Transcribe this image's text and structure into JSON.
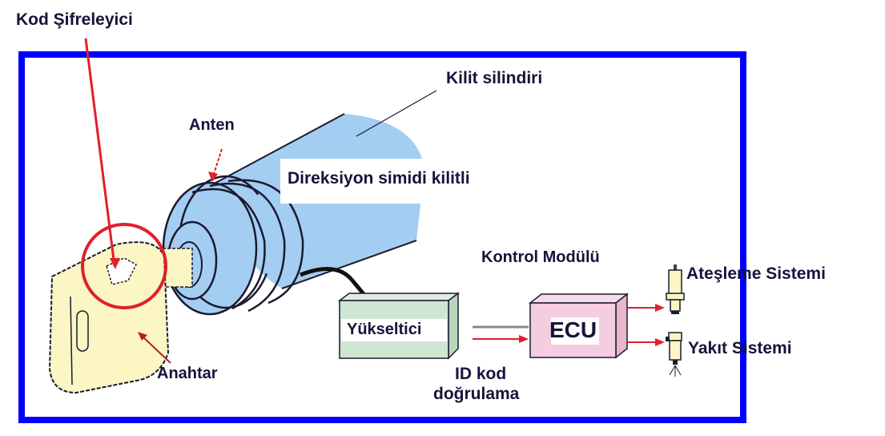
{
  "labels": {
    "encoder": "Kod Şifreleyici",
    "antenna": "Anten",
    "lock_cylinder": "Kilit silindiri",
    "steering_lock": "Direksiyon simidi kilitli",
    "control_module": "Kontrol Modülü",
    "ignition_system": "Ateşleme Sistemi",
    "fuel_system": "Yakıt Sistemi",
    "amplifier": "Yükseltici",
    "ecu": "ECU",
    "id_code_line1": "ID kod",
    "id_code_line2": "doğrulama",
    "key": "Anahtar"
  },
  "colors": {
    "frame": "#0000ff",
    "cylinder": "#a4cdf2",
    "key": "#fbf6c4",
    "amplifier": "#cfe6d2",
    "ecu": "#f5cde0",
    "arrow": "#e0202a",
    "text": "#14143a"
  }
}
